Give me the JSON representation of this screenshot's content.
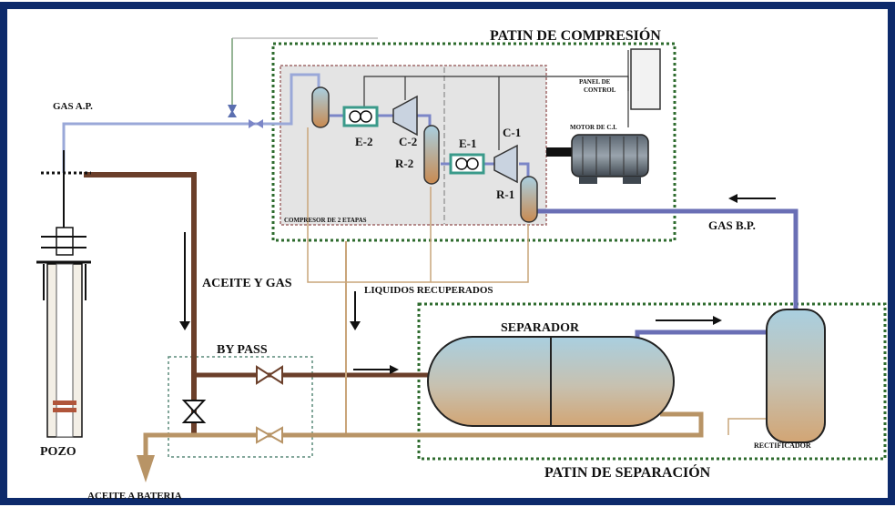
{
  "labels": {
    "patin_compresion": "PATIN DE COMPRESIÓN",
    "patin_separacion": "PATIN DE SEPARACIÓN",
    "compresor_2_etapas": "COMPRESOR DE 2 ETAPAS",
    "panel_de": "PANEL DE",
    "control": "CONTROL",
    "motor": "MOTOR DE C.I.",
    "gas_ap": "GAS  A.P.",
    "gas_bp": "GAS  B.P.",
    "aceite_y_gas": "ACEITE Y GAS",
    "liquidos": "LIQUIDOS RECUPERADOS",
    "separador": "SEPARADOR",
    "by_pass": "BY PASS",
    "pozo": "POZO",
    "aceite_bateria": "ACEITE A BATERIA",
    "rectificador": "RECTIFICADOR",
    "e2": "E-2",
    "c2": "C-2",
    "r2": "R-2",
    "e1": "E-1",
    "c1": "C-1",
    "r1": "R-1"
  },
  "colors": {
    "frame": "#0d2a6b",
    "gas_line": "#7b86c7",
    "gas_line_light": "#9aa8d8",
    "oil_line": "#6b3f2a",
    "liquid_line": "#c9a57a",
    "green_dotted": "#2e6b2e"
  }
}
